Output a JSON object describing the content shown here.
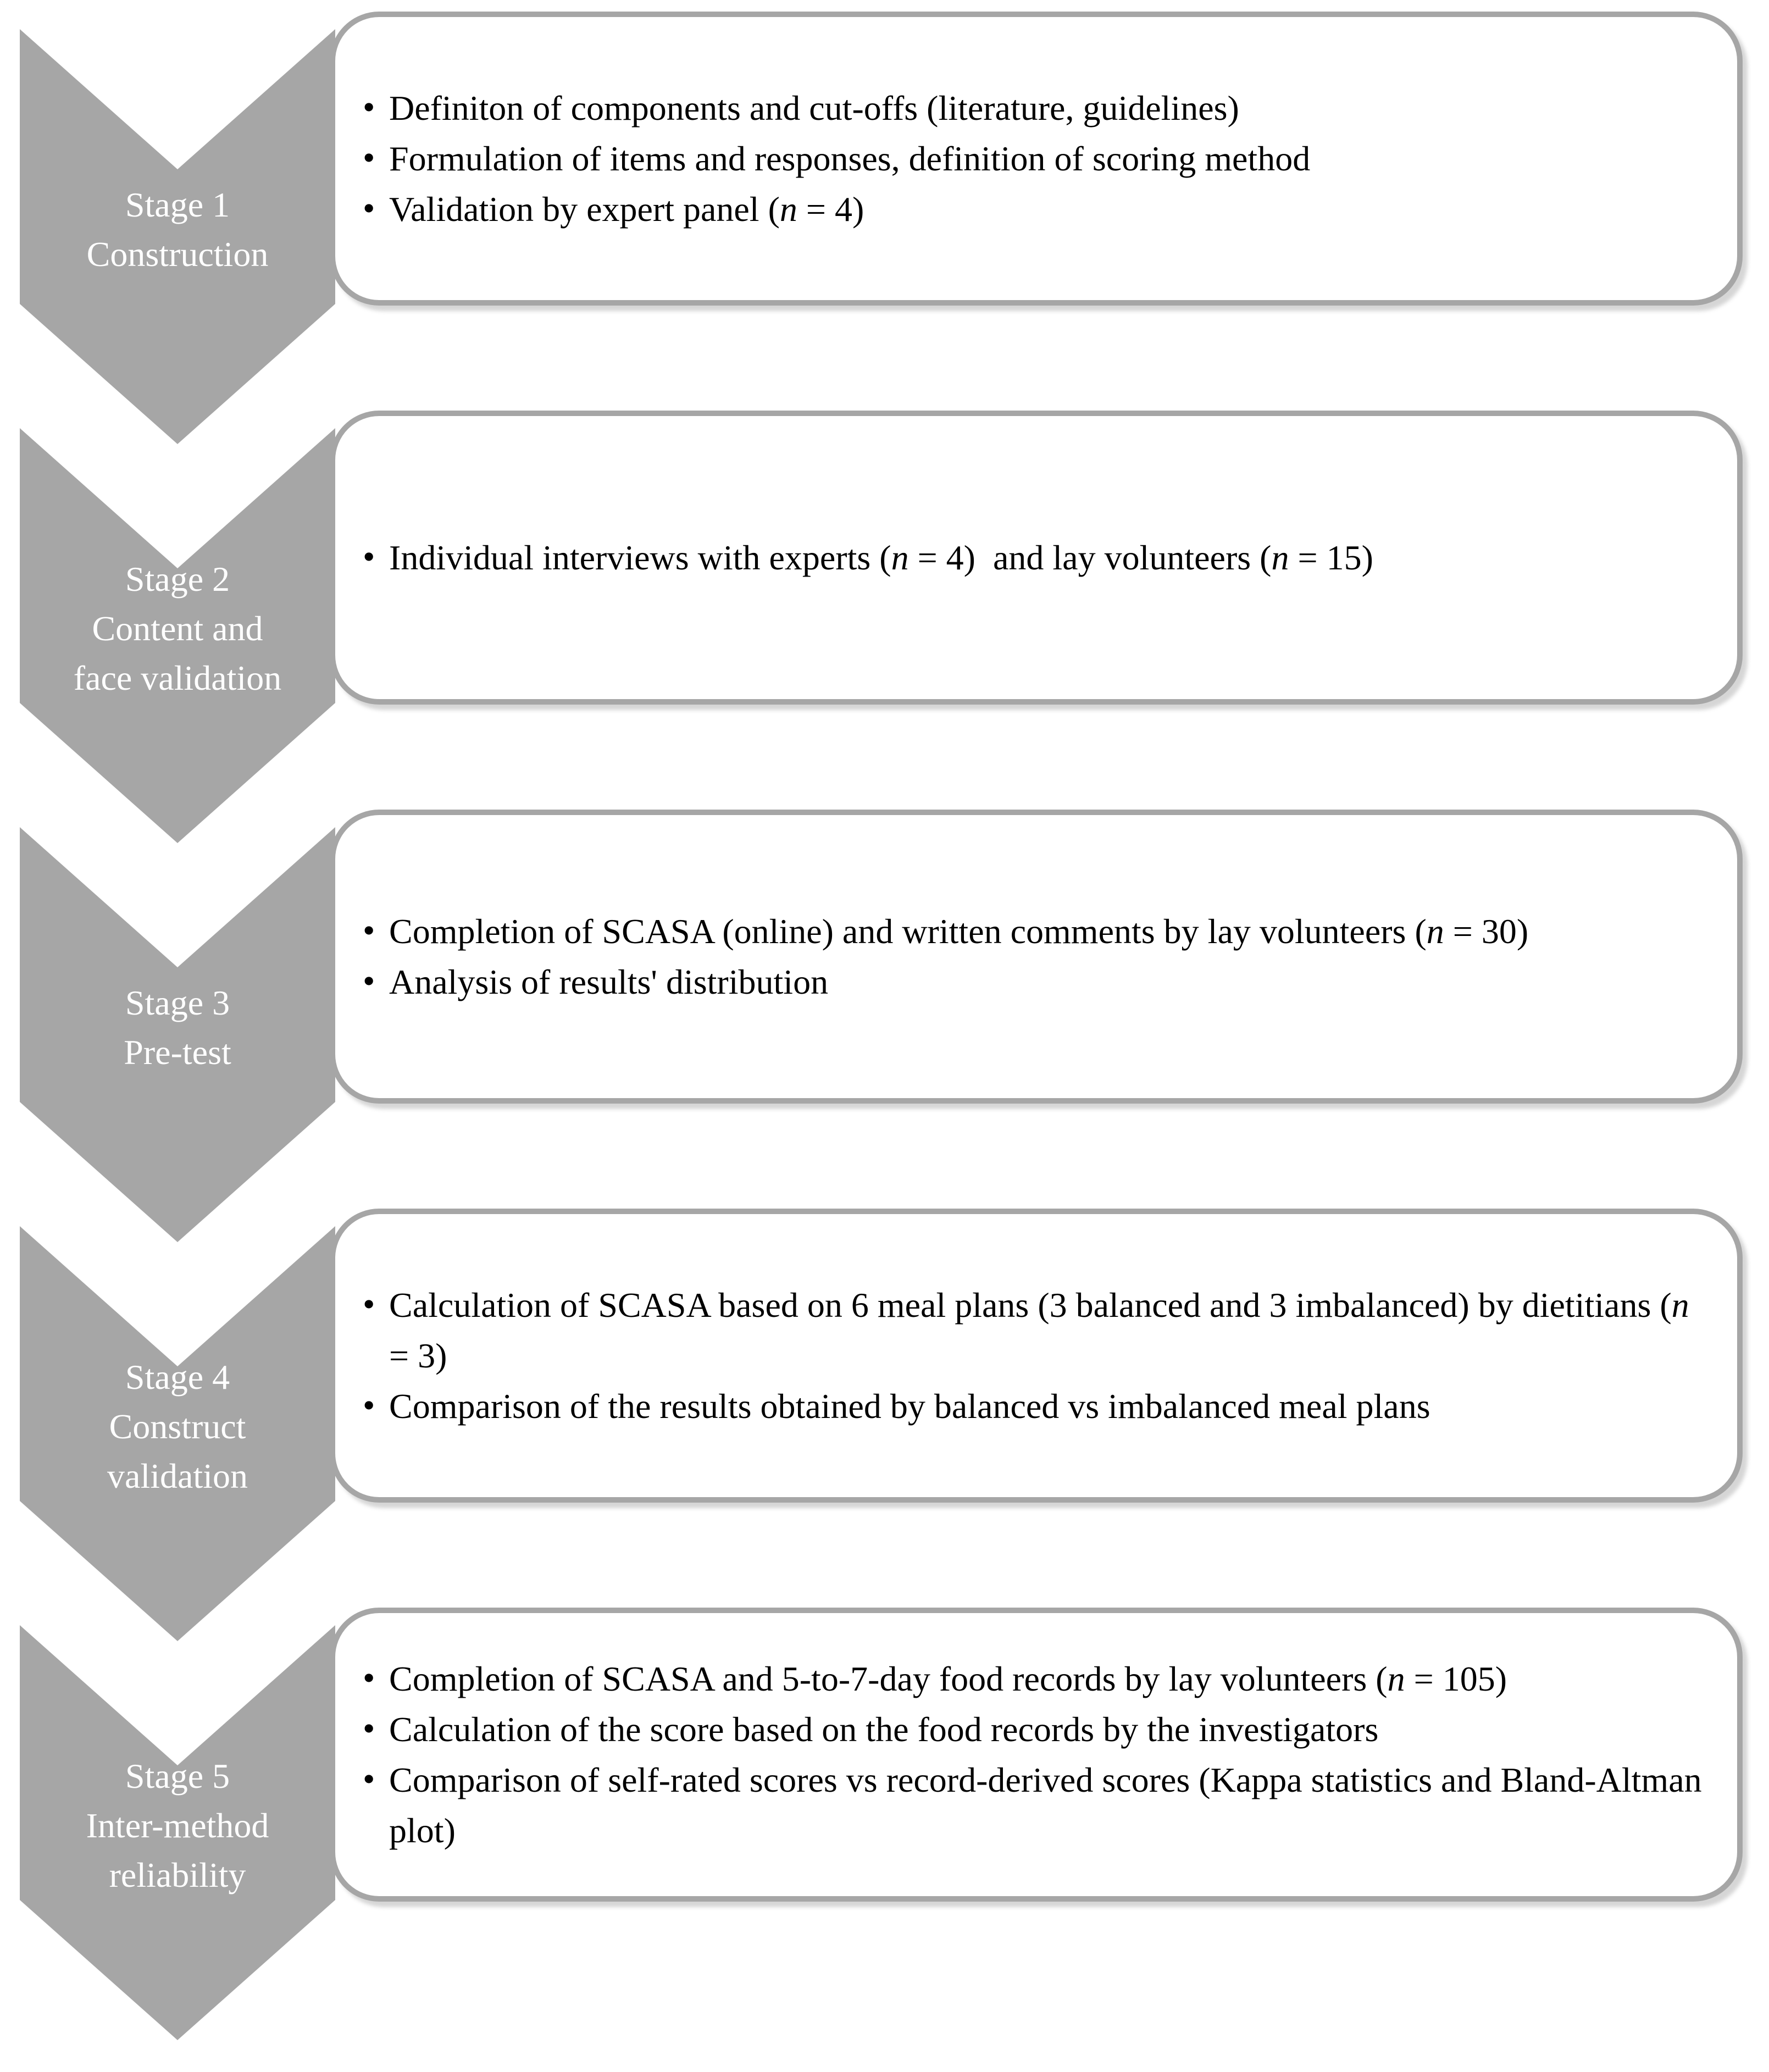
{
  "diagram": {
    "type": "vertical-chevron-process-list",
    "bullet_char": "•",
    "colors": {
      "background": "#ffffff",
      "chevron": "#a6a6a6",
      "box_border": "#a6a6a6",
      "box_fill": "#ffffff",
      "stage_label": "#ffffff",
      "body_text": "#000000"
    },
    "stages": [
      {
        "label_lines": [
          "Stage 1",
          "Construction"
        ],
        "bullets": [
          {
            "runs": [
              {
                "t": "Definiton of components and cut-offs (literature, guidelines)"
              }
            ]
          },
          {
            "runs": [
              {
                "t": "Formulation of items and responses, definition of scoring method"
              }
            ]
          },
          {
            "runs": [
              {
                "t": "Validation by expert panel ("
              },
              {
                "t": "n",
                "i": true
              },
              {
                "t": " = 4)"
              }
            ]
          }
        ]
      },
      {
        "label_lines": [
          "Stage 2",
          "Content and",
          "face validation"
        ],
        "bullets": [
          {
            "runs": [
              {
                "t": "Individual interviews with experts ("
              },
              {
                "t": "n",
                "i": true
              },
              {
                "t": " = 4)  and lay volunteers ("
              },
              {
                "t": "n",
                "i": true
              },
              {
                "t": " = 15)"
              }
            ]
          }
        ]
      },
      {
        "label_lines": [
          "Stage 3",
          "Pre-test"
        ],
        "bullets": [
          {
            "runs": [
              {
                "t": "Completion of SCASA (online) and written comments by lay volunteers ("
              },
              {
                "t": "n",
                "i": true
              },
              {
                "t": " = 30)"
              }
            ]
          },
          {
            "runs": [
              {
                "t": "Analysis of results' distribution"
              }
            ]
          }
        ]
      },
      {
        "label_lines": [
          "Stage 4",
          "Construct",
          "validation"
        ],
        "bullets": [
          {
            "runs": [
              {
                "t": "Calculation of SCASA based on 6 meal plans (3 balanced and 3 imbalanced) by dietitians ("
              },
              {
                "t": "n",
                "i": true
              },
              {
                "t": " = 3)"
              }
            ]
          },
          {
            "runs": [
              {
                "t": "Comparison of the results obtained by balanced vs imbalanced meal plans"
              }
            ]
          }
        ]
      },
      {
        "label_lines": [
          "Stage 5",
          "Inter-method",
          "reliability"
        ],
        "bullets": [
          {
            "runs": [
              {
                "t": "Completion of SCASA and 5-to-7-day food records by lay volunteers ("
              },
              {
                "t": "n",
                "i": true
              },
              {
                "t": " = 105)"
              }
            ]
          },
          {
            "runs": [
              {
                "t": "Calculation of the score based on the food records by the investigators"
              }
            ]
          },
          {
            "runs": [
              {
                "t": "Comparison of self-rated scores vs record-derived scores (Kappa statistics and Bland-Altman plot)"
              }
            ]
          }
        ]
      }
    ]
  }
}
